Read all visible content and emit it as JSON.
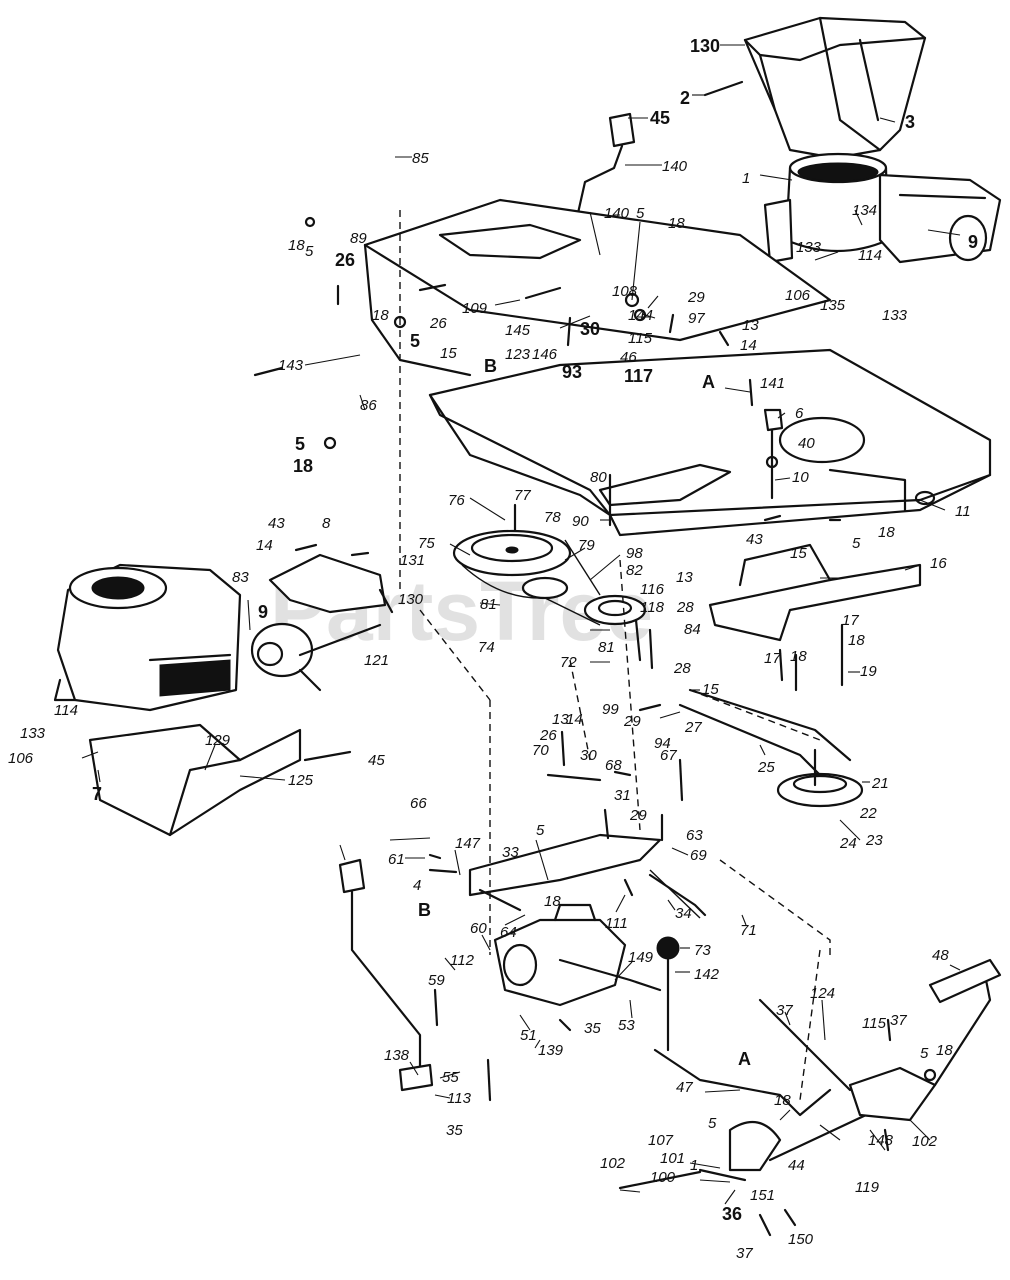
{
  "watermark": "PartsTree",
  "callouts": [
    {
      "id": "c130a",
      "label": "130"
    },
    {
      "id": "c2",
      "label": "2"
    },
    {
      "id": "c3",
      "label": "3"
    },
    {
      "id": "c45a",
      "label": "45"
    },
    {
      "id": "c85",
      "label": "85"
    },
    {
      "id": "c140a",
      "label": "140"
    },
    {
      "id": "c1",
      "label": "1"
    },
    {
      "id": "c134",
      "label": "134"
    },
    {
      "id": "c9a",
      "label": "9"
    },
    {
      "id": "c133a",
      "label": "133"
    },
    {
      "id": "c114a",
      "label": "114"
    },
    {
      "id": "c106a",
      "label": "106"
    },
    {
      "id": "c135",
      "label": "135"
    },
    {
      "id": "c133b",
      "label": "133"
    },
    {
      "id": "c18a",
      "label": "18"
    },
    {
      "id": "c5a",
      "label": "5"
    },
    {
      "id": "c89",
      "label": "89"
    },
    {
      "id": "c26a",
      "label": "26"
    },
    {
      "id": "c140b",
      "label": "140"
    },
    {
      "id": "c5b",
      "label": "5"
    },
    {
      "id": "c18b",
      "label": "18"
    },
    {
      "id": "c26b",
      "label": "26"
    },
    {
      "id": "c109",
      "label": "109"
    },
    {
      "id": "c108",
      "label": "108"
    },
    {
      "id": "c29a",
      "label": "29"
    },
    {
      "id": "c97",
      "label": "97"
    },
    {
      "id": "c13a",
      "label": "13"
    },
    {
      "id": "c18c",
      "label": "18"
    },
    {
      "id": "c5c",
      "label": "5"
    },
    {
      "id": "c145",
      "label": "145"
    },
    {
      "id": "c30a",
      "label": "30"
    },
    {
      "id": "c144",
      "label": "144"
    },
    {
      "id": "c115a",
      "label": "115"
    },
    {
      "id": "c14a",
      "label": "14"
    },
    {
      "id": "c143",
      "label": "143"
    },
    {
      "id": "c123",
      "label": "123"
    },
    {
      "id": "c146",
      "label": "146"
    },
    {
      "id": "c46",
      "label": "46"
    },
    {
      "id": "c15a",
      "label": "15"
    },
    {
      "id": "cB1",
      "label": "B"
    },
    {
      "id": "c93",
      "label": "93"
    },
    {
      "id": "c117",
      "label": "117"
    },
    {
      "id": "cA1",
      "label": "A"
    },
    {
      "id": "c141",
      "label": "141"
    },
    {
      "id": "c86",
      "label": "86"
    },
    {
      "id": "c6",
      "label": "6"
    },
    {
      "id": "c40",
      "label": "40"
    },
    {
      "id": "c5d",
      "label": "5"
    },
    {
      "id": "c18d",
      "label": "18"
    },
    {
      "id": "c10",
      "label": "10"
    },
    {
      "id": "c80",
      "label": "80"
    },
    {
      "id": "c76",
      "label": "76"
    },
    {
      "id": "c77",
      "label": "77"
    },
    {
      "id": "c11",
      "label": "11"
    },
    {
      "id": "c78",
      "label": "78"
    },
    {
      "id": "c90",
      "label": "90"
    },
    {
      "id": "c43a",
      "label": "43"
    },
    {
      "id": "c8a",
      "label": "8"
    },
    {
      "id": "c43b",
      "label": "43"
    },
    {
      "id": "c5e",
      "label": "5"
    },
    {
      "id": "c18e",
      "label": "18"
    },
    {
      "id": "c14b",
      "label": "14"
    },
    {
      "id": "c131",
      "label": "131"
    },
    {
      "id": "c75",
      "label": "75"
    },
    {
      "id": "c79",
      "label": "79"
    },
    {
      "id": "c98",
      "label": "98"
    },
    {
      "id": "c15b",
      "label": "15"
    },
    {
      "id": "c16",
      "label": "16"
    },
    {
      "id": "c83",
      "label": "83"
    },
    {
      "id": "c82",
      "label": "82"
    },
    {
      "id": "c116",
      "label": "116"
    },
    {
      "id": "c13b",
      "label": "13"
    },
    {
      "id": "c130b",
      "label": "130"
    },
    {
      "id": "c9b",
      "label": "9"
    },
    {
      "id": "c81a",
      "label": "81"
    },
    {
      "id": "c118",
      "label": "118"
    },
    {
      "id": "c28a",
      "label": "28"
    },
    {
      "id": "c84",
      "label": "84"
    },
    {
      "id": "c17a",
      "label": "17"
    },
    {
      "id": "c18f",
      "label": "18"
    },
    {
      "id": "c74",
      "label": "74"
    },
    {
      "id": "c121",
      "label": "121"
    },
    {
      "id": "c72",
      "label": "72"
    },
    {
      "id": "c81b",
      "label": "81"
    },
    {
      "id": "c28b",
      "label": "28"
    },
    {
      "id": "c17b",
      "label": "17"
    },
    {
      "id": "c18g",
      "label": "18"
    },
    {
      "id": "c19",
      "label": "19"
    },
    {
      "id": "c15c",
      "label": "15"
    },
    {
      "id": "c99",
      "label": "99"
    },
    {
      "id": "c27",
      "label": "27"
    },
    {
      "id": "c114b",
      "label": "114"
    },
    {
      "id": "c133c",
      "label": "133"
    },
    {
      "id": "c106b",
      "label": "106"
    },
    {
      "id": "c7",
      "label": "7"
    },
    {
      "id": "c129",
      "label": "129"
    },
    {
      "id": "c125",
      "label": "125"
    },
    {
      "id": "c13c",
      "label": "13"
    },
    {
      "id": "c14c",
      "label": "14"
    },
    {
      "id": "c29b",
      "label": "29"
    },
    {
      "id": "c94",
      "label": "94"
    },
    {
      "id": "c25",
      "label": "25"
    },
    {
      "id": "c21",
      "label": "21"
    },
    {
      "id": "c26c",
      "label": "26"
    },
    {
      "id": "c70",
      "label": "70"
    },
    {
      "id": "c30b",
      "label": "30"
    },
    {
      "id": "c68",
      "label": "68"
    },
    {
      "id": "c67",
      "label": "67"
    },
    {
      "id": "c45b",
      "label": "45"
    },
    {
      "id": "c66",
      "label": "66"
    },
    {
      "id": "c31",
      "label": "31"
    },
    {
      "id": "c22",
      "label": "22"
    },
    {
      "id": "c24",
      "label": "24"
    },
    {
      "id": "c23",
      "label": "23"
    },
    {
      "id": "c29c",
      "label": "29"
    },
    {
      "id": "c63",
      "label": "63"
    },
    {
      "id": "c5f",
      "label": "5"
    },
    {
      "id": "c69",
      "label": "69"
    },
    {
      "id": "c33",
      "label": "33"
    },
    {
      "id": "c147",
      "label": "147"
    },
    {
      "id": "c61",
      "label": "61"
    },
    {
      "id": "c4",
      "label": "4"
    },
    {
      "id": "c18h",
      "label": "18"
    },
    {
      "id": "c111",
      "label": "111"
    },
    {
      "id": "c34",
      "label": "34"
    },
    {
      "id": "cB2",
      "label": "B"
    },
    {
      "id": "c64",
      "label": "64"
    },
    {
      "id": "c71",
      "label": "71"
    },
    {
      "id": "c60",
      "label": "60"
    },
    {
      "id": "c73",
      "label": "73"
    },
    {
      "id": "c112",
      "label": "112"
    },
    {
      "id": "c149",
      "label": "149"
    },
    {
      "id": "c142",
      "label": "142"
    },
    {
      "id": "c48",
      "label": "48"
    },
    {
      "id": "c59",
      "label": "59"
    },
    {
      "id": "c51",
      "label": "51"
    },
    {
      "id": "c35a",
      "label": "35"
    },
    {
      "id": "c53",
      "label": "53"
    },
    {
      "id": "c37a",
      "label": "37"
    },
    {
      "id": "c124",
      "label": "124"
    },
    {
      "id": "c115b",
      "label": "115"
    },
    {
      "id": "c37b",
      "label": "37"
    },
    {
      "id": "c139",
      "label": "139"
    },
    {
      "id": "c138",
      "label": "138"
    },
    {
      "id": "c55",
      "label": "55"
    },
    {
      "id": "c5g",
      "label": "5"
    },
    {
      "id": "c18i",
      "label": "18"
    },
    {
      "id": "cA2",
      "label": "A"
    },
    {
      "id": "c47",
      "label": "47"
    },
    {
      "id": "c113",
      "label": "113"
    },
    {
      "id": "c35b",
      "label": "35"
    },
    {
      "id": "c18j",
      "label": "18"
    },
    {
      "id": "c102a",
      "label": "102"
    },
    {
      "id": "c107",
      "label": "107"
    },
    {
      "id": "c5h",
      "label": "5"
    },
    {
      "id": "c101",
      "label": "101"
    },
    {
      "id": "c1b",
      "label": "1"
    },
    {
      "id": "c100",
      "label": "100"
    },
    {
      "id": "c102b",
      "label": "102"
    },
    {
      "id": "c148",
      "label": "148"
    },
    {
      "id": "c44",
      "label": "44"
    },
    {
      "id": "c119",
      "label": "119"
    },
    {
      "id": "c36",
      "label": "36"
    },
    {
      "id": "c151",
      "label": "151"
    },
    {
      "id": "c150",
      "label": "150"
    },
    {
      "id": "c37c",
      "label": "37"
    }
  ]
}
